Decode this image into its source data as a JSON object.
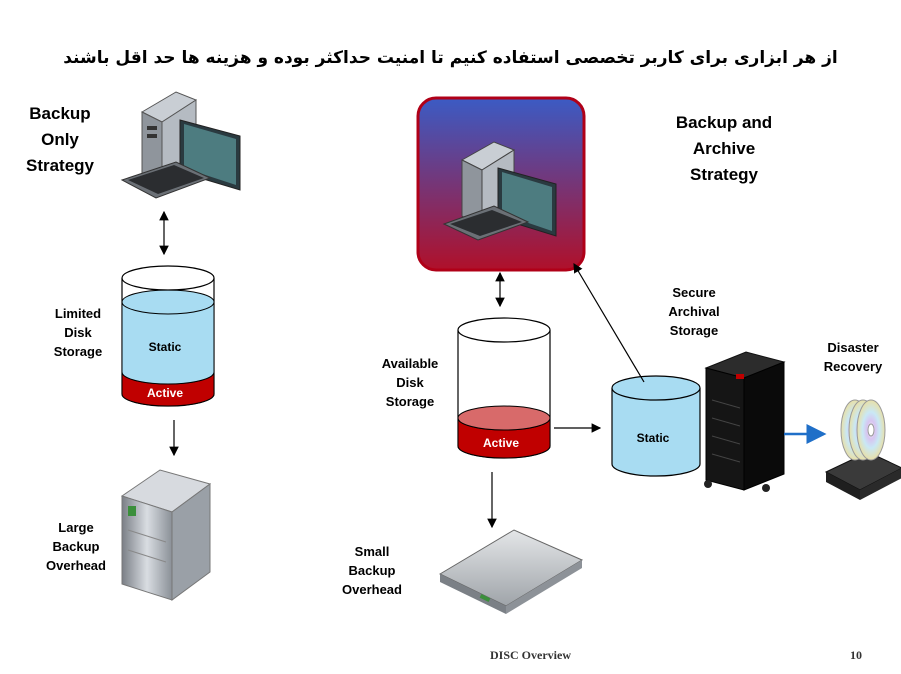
{
  "title": "از هر ابزاری برای کاربر تخصصی استفاده کنیم تا امنیت حداکثر بوده و هزینه ها حد اقل باشند",
  "left": {
    "strategy": "Backup\nOnly\nStrategy",
    "storage_label": "Limited\nDisk\nStorage",
    "cyl_static": "Static",
    "cyl_active": "Active",
    "overhead": "Large\nBackup\nOverhead"
  },
  "right": {
    "strategy": "Backup and\nArchive\nStrategy",
    "storage_label": "Available\nDisk\nStorage",
    "cyl_active": "Active",
    "archival_label": "Secure\nArchival\nStorage",
    "archival_static": "Static",
    "disaster": "Disaster\nRecovery",
    "overhead": "Small\nBackup\nOverhead"
  },
  "footer": {
    "center": "DISC Overview",
    "page": "10"
  },
  "colors": {
    "static_fill": "#a8dcf2",
    "active_fill": "#c00000",
    "panel_top": "#3b5bc4",
    "panel_bottom": "#b0102a",
    "arrow_blue": "#1f6fc8"
  }
}
